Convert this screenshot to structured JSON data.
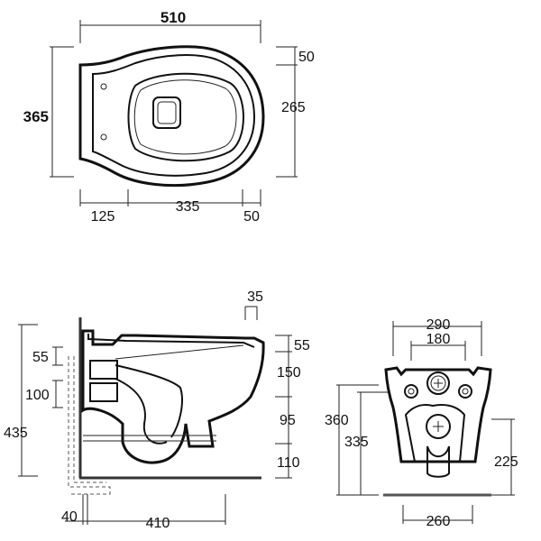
{
  "top_view": {
    "width": "510",
    "depth": "365",
    "rear_offset": "50",
    "front_depth": "265",
    "left_segment": "125",
    "middle_segment": "335",
    "right_segment": "50"
  },
  "side_view": {
    "top_offset": "35",
    "rim_height": "55",
    "bowl_height": "150",
    "trap_height": "95",
    "base_height": "110",
    "overall_height": "435",
    "inlet_offset": "55",
    "inlet_size": "100",
    "wall_gap": "40",
    "projection": "410"
  },
  "rear_view": {
    "outer_width": "290",
    "inner_width": "180",
    "height_outer": "360",
    "height_inner": "335",
    "outlet_height": "225",
    "base_width": "260"
  }
}
